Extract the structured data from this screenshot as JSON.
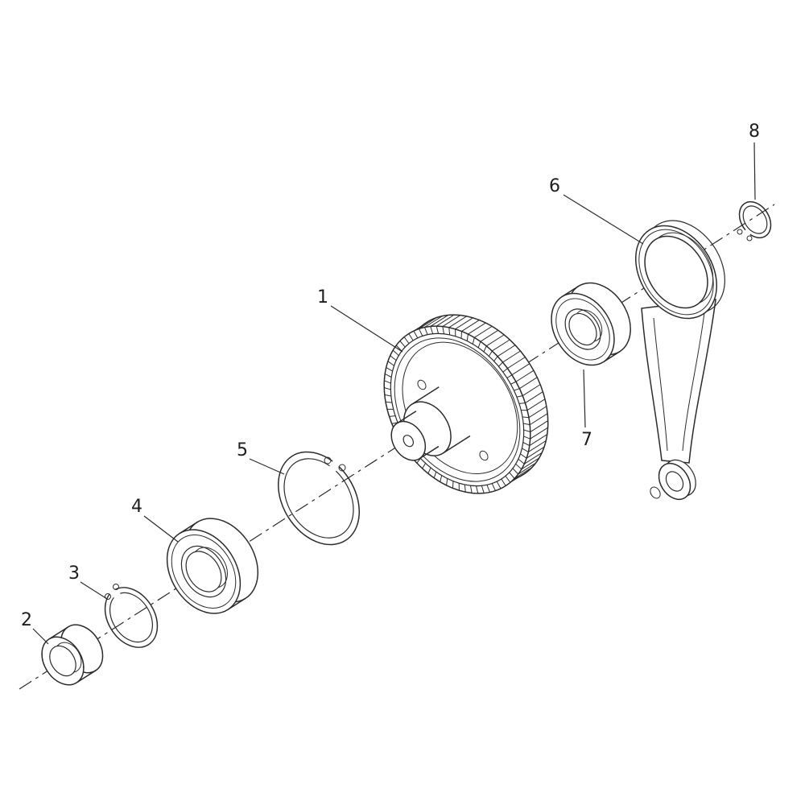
{
  "figure": {
    "background": "#ffffff",
    "line_color": "#2b2b2b"
  },
  "callouts": [
    {
      "number": "1"
    },
    {
      "number": "2"
    },
    {
      "number": "3"
    },
    {
      "number": "4"
    },
    {
      "number": "5"
    },
    {
      "number": "6"
    },
    {
      "number": "7"
    },
    {
      "number": "8"
    }
  ]
}
